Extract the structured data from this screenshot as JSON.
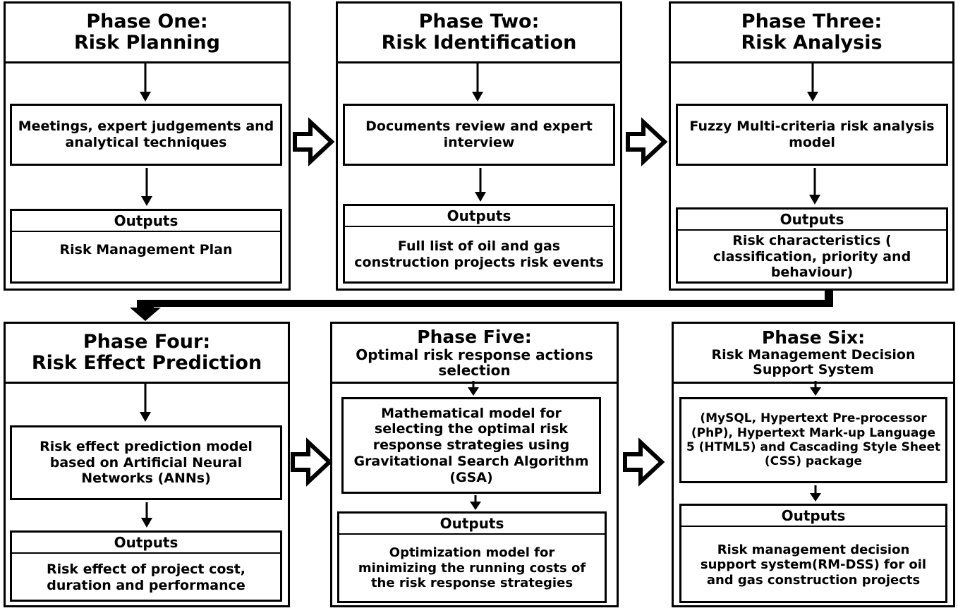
{
  "phases": [
    {
      "title_line1": "Phase One:",
      "title_line2": "Risk Planning",
      "process": "Meetings, expert judgements and analytical techniques",
      "outputs_label": "Outputs",
      "outputs": "Risk Management Plan"
    },
    {
      "title_line1": "Phase Two:",
      "title_line2": "Risk Identification",
      "process": "Documents review and expert interview",
      "outputs_label": "Outputs",
      "outputs": "Full list of oil and gas construction projects risk events"
    },
    {
      "title_line1": "Phase Three:",
      "title_line2": "Risk Analysis",
      "process": "Fuzzy Multi-criteria risk analysis model",
      "outputs_label": "Outputs",
      "outputs": "Risk characteristics ( classification, priority and behaviour)"
    },
    {
      "title_line1": "Phase Four:",
      "title_line2": "Risk Effect Prediction",
      "process": "Risk effect prediction model based on Artificial Neural Networks (ANNs)",
      "outputs_label": "Outputs",
      "outputs": "Risk effect of project cost, duration and performance"
    },
    {
      "title_line1": "Phase Five:",
      "title_line2": "Optimal risk response actions selection",
      "process": "Mathematical model for selecting the optimal risk response strategies using Gravitational Search Algorithm (GSA)",
      "outputs_label": "Outputs",
      "outputs": "Optimization model for minimizing the running costs of the risk response strategies"
    },
    {
      "title_line1": "Phase Six:",
      "title_line2": "Risk Management Decision Support System",
      "process": "(MySQL, Hypertext Pre-processor (PhP), Hypertext Mark-up Language 5 (HTML5) and Cascading Style Sheet (CSS) package",
      "outputs_label": "Outputs",
      "outputs": "Risk management decision support system(RM-DSS) for oil and gas construction projects"
    }
  ]
}
